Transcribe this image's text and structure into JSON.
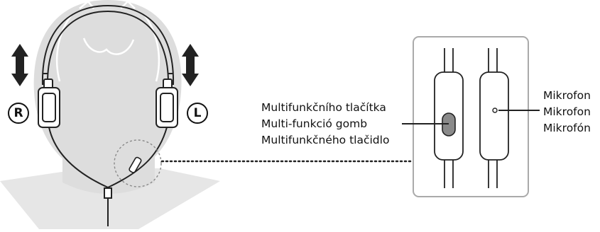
{
  "side_labels": {
    "right": "R",
    "left": "L"
  },
  "multifunction_button_labels": [
    "Multifunkčního tlačítka",
    "Multi-funkció gomb",
    "Multifunkčného tlačidlo"
  ],
  "microphone_labels": [
    "Mikrofon",
    "Mikrofon",
    "Mikrofón"
  ],
  "colors": {
    "line": "#222222",
    "head_fill": "#dddddd",
    "shadow_fill": "#e6e6e6",
    "box_border": "#aaaaaa",
    "button_fill": "#8a8a8a"
  }
}
